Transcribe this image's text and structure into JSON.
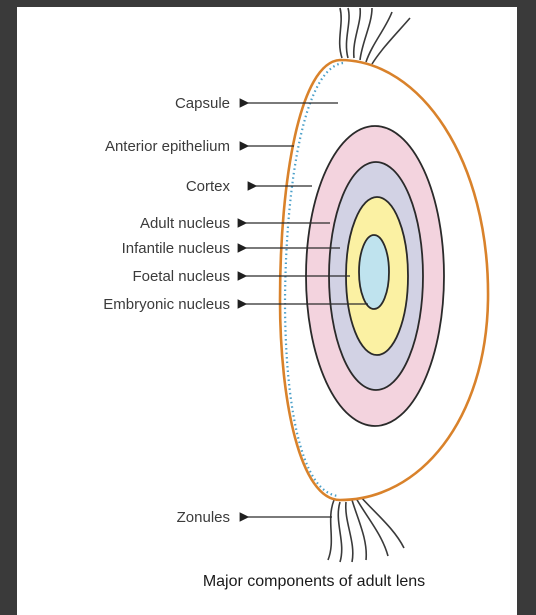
{
  "diagram": {
    "labels": {
      "capsule": "Capsule",
      "anterior_epithelium": "Anterior epithelium",
      "cortex": "Cortex",
      "adult_nucleus": "Adult nucleus",
      "infantile_nucleus": "Infantile nucleus",
      "foetal_nucleus": "Foetal nucleus",
      "embryonic_nucleus": "Embryonic nucleus",
      "zonules": "Zonules"
    },
    "caption": "Major components of adult lens",
    "colors": {
      "capsule": "#d9822b",
      "epithelium": "#4a9fc9",
      "cortex_fill": "#ffffff",
      "adult_nucleus": "#f3d3de",
      "infantile_nucleus": "#d2d2e4",
      "foetal_nucleus": "#fbf1a3",
      "embryonic_nucleus": "#bfe3ee",
      "outline": "#2a2a2a",
      "background": "#3a3a3a"
    }
  }
}
